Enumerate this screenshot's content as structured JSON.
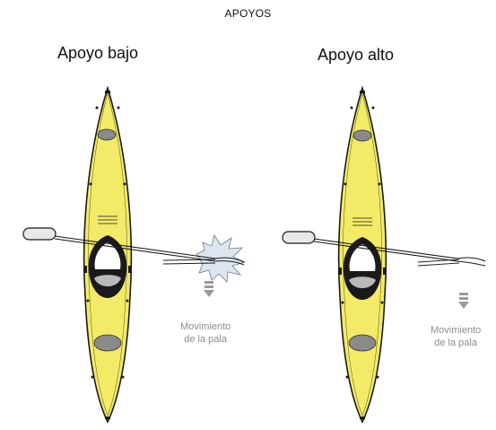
{
  "title": "APOYOS",
  "panels": [
    {
      "heading": "Apoyo bajo",
      "movement_line1": "Movimiento",
      "movement_line2": "de la pala"
    },
    {
      "heading": "Apoyo alto",
      "movement_line1": "Movimiento",
      "movement_line2": "de la pala"
    }
  ],
  "colors": {
    "kayak": "#f3eb68",
    "outline": "#1a1a1a",
    "hatch": "#8a8a8a",
    "splash": "#dde6ef",
    "arrow": "#9a9a9a",
    "paddle_grip": "#e8e8e8"
  }
}
